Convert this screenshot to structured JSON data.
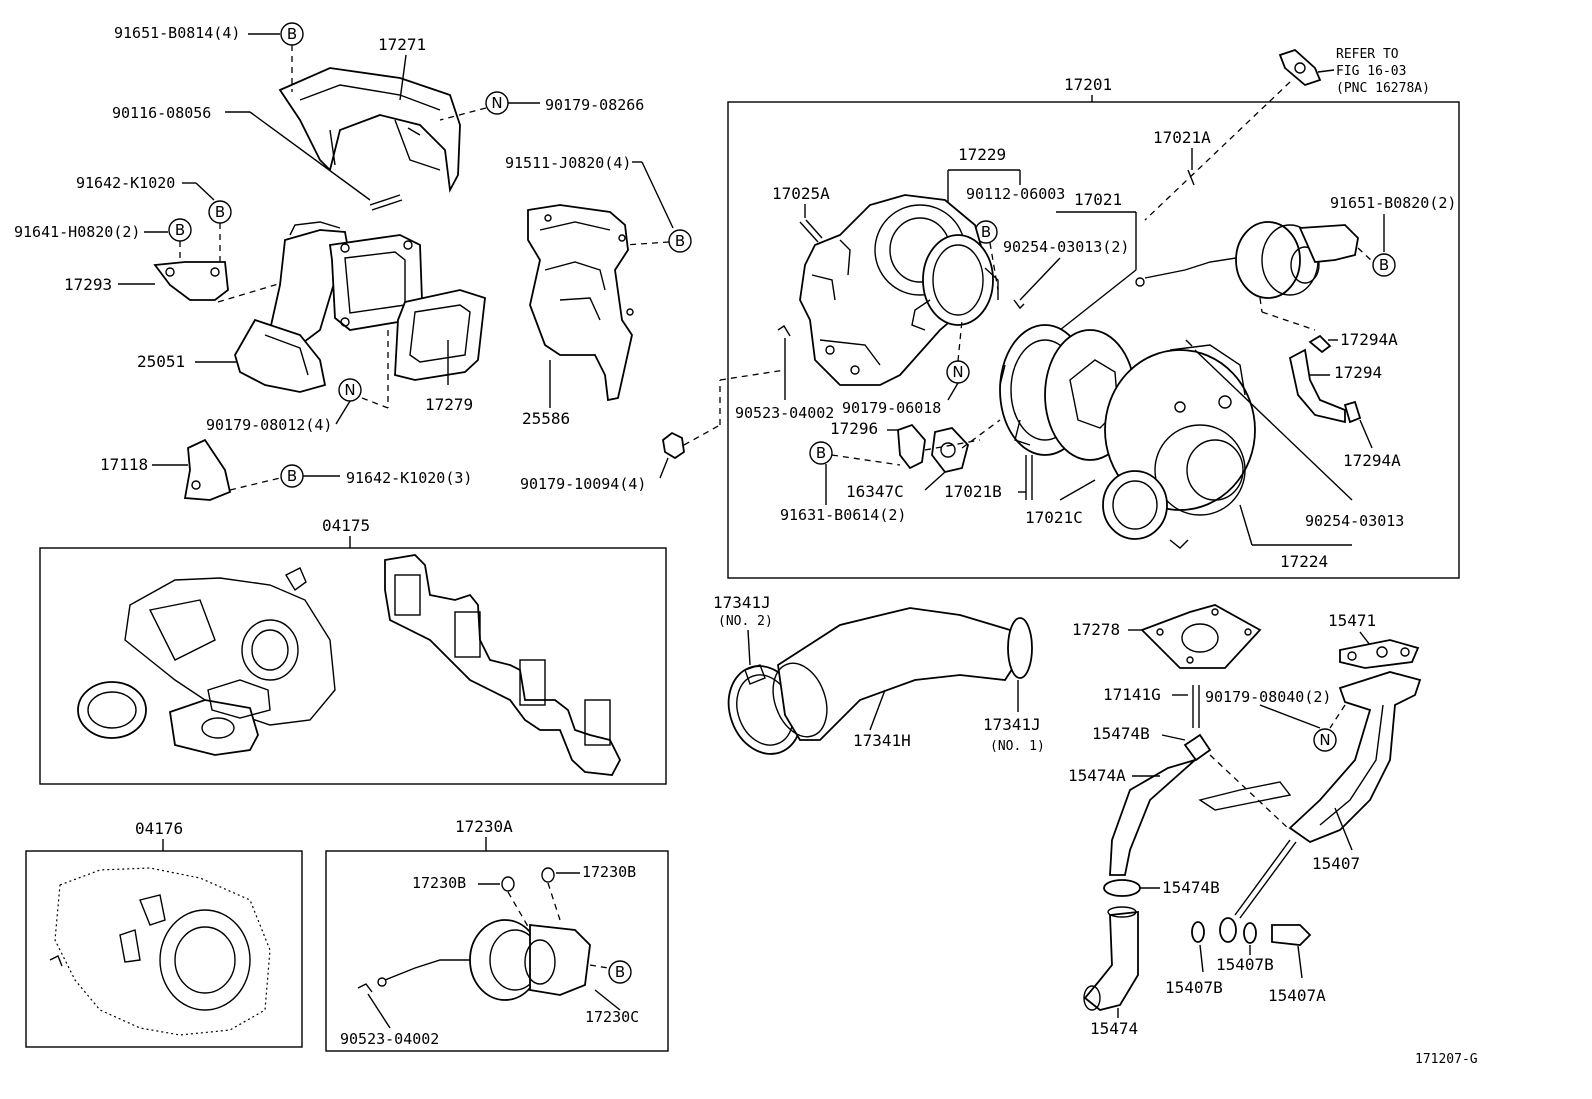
{
  "labels": {
    "p91651_B0814": "91651-B0814(4)",
    "p17271": "17271",
    "p90116_08056": "90116-08056",
    "p90179_08266": "90179-08266",
    "p91642_K1020": "91642-K1020",
    "p91641_H0820": "91641-H0820(2)",
    "p17293": "17293",
    "p91511_J0820": "91511-J0820(4)",
    "p25051": "25051",
    "p90179_08012": "90179-08012(4)",
    "p17279": "17279",
    "p25586": "25586",
    "p17118": "17118",
    "p91642_K1020_3": "91642-K1020(3)",
    "p90179_10094": "90179-10094(4)",
    "p04175": "04175",
    "p04176": "04176",
    "p17230A": "17230A",
    "p17230B_l": "17230B",
    "p17230B_r": "17230B",
    "p17230C": "17230C",
    "p90523_04002_b": "90523-04002",
    "p17201": "17201",
    "refer1": "REFER TO",
    "refer2": "FIG 16-03",
    "refer3": "(PNC 16278A)",
    "p17229": "17229",
    "p17021A": "17021A",
    "p17025A": "17025A",
    "p90112_06003": "90112-06003",
    "p17021": "17021",
    "p91651_B0820": "91651-B0820(2)",
    "p90254_03013_2": "90254-03013(2)",
    "p17294A_1": "17294A",
    "p17294": "17294",
    "p17294A_2": "17294A",
    "p90523_04002": "90523-04002",
    "p90179_06018": "90179-06018",
    "p17296": "17296",
    "p16347C": "16347C",
    "p17021B": "17021B",
    "p17021C": "17021C",
    "p91631_B0614": "91631-B0614(2)",
    "p90254_03013": "90254-03013",
    "p17224": "17224",
    "p17341J_1": "17341J",
    "p17341J_1b": "(NO. 2)",
    "p17341H": "17341H",
    "p17341J_2": "17341J",
    "p17341J_2b": "(NO. 1)",
    "p17278": "17278",
    "p15471": "15471",
    "p17141G": "17141G",
    "p90179_08040": "90179-08040(2)",
    "p15474B_1": "15474B",
    "p15474A": "15474A",
    "p15407": "15407",
    "p15474B_2": "15474B",
    "p15407B_1": "15407B",
    "p15407B_2": "15407B",
    "p15407A": "15407A",
    "p15474": "15474",
    "fig_code": "171207-G"
  },
  "markers": {
    "bolt": "B",
    "nut": "N"
  }
}
